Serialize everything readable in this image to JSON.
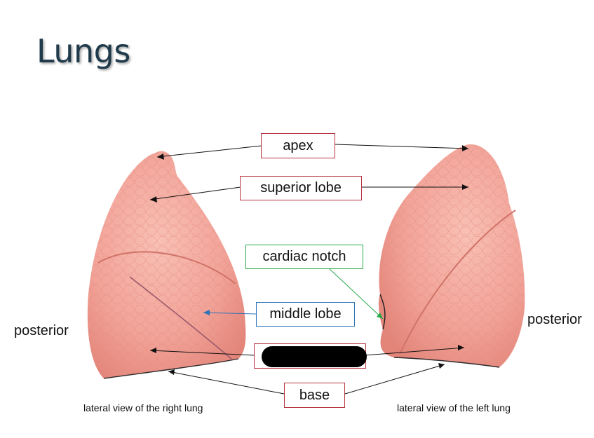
{
  "slide": {
    "title": "Lungs"
  },
  "labels": {
    "apex": "apex",
    "superior_lobe": "superior lobe",
    "cardiac_notch": "cardiac notch",
    "middle_lobe": "middle lobe",
    "base": "base",
    "posterior_left": "posterior",
    "posterior_right": "posterior"
  },
  "captions": {
    "right_lung": "lateral view of the right lung",
    "left_lung": "lateral view of the left lung"
  },
  "colors": {
    "title": "#1f3a4a",
    "lung_fill": "#f2a398",
    "lung_shade": "#e8877d",
    "red_border": "#b7333f",
    "green_border": "#2aa84a",
    "blue_border": "#2d73b8",
    "redacted": "#000000"
  }
}
